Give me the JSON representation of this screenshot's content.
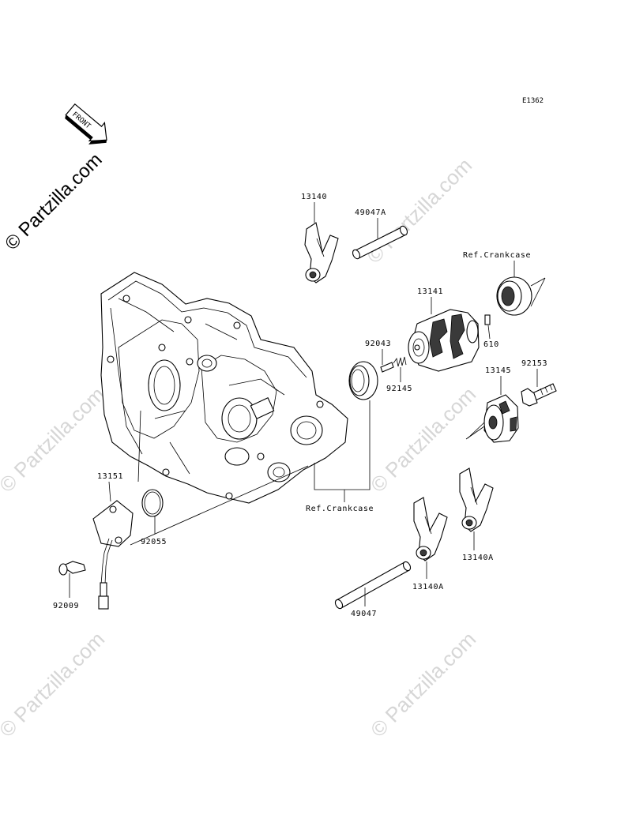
{
  "diagram_code": "E1362",
  "watermark": "© Partzilla.com",
  "front_label": "FRONT",
  "parts": [
    {
      "id": "p13140",
      "label": "13140"
    },
    {
      "id": "p49047A",
      "label": "49047A"
    },
    {
      "id": "pRefTop",
      "label": "Ref.Crankcase"
    },
    {
      "id": "p13141",
      "label": "13141"
    },
    {
      "id": "p610",
      "label": "610"
    },
    {
      "id": "p92043",
      "label": "92043"
    },
    {
      "id": "p92145",
      "label": "92145"
    },
    {
      "id": "p13145",
      "label": "13145"
    },
    {
      "id": "p92153",
      "label": "92153"
    },
    {
      "id": "pRefBottom",
      "label": "Ref.Crankcase"
    },
    {
      "id": "p13151",
      "label": "13151"
    },
    {
      "id": "p92055",
      "label": "92055"
    },
    {
      "id": "p92009",
      "label": "92009"
    },
    {
      "id": "p13140A_1",
      "label": "13140A"
    },
    {
      "id": "p13140A_2",
      "label": "13140A"
    },
    {
      "id": "p49047",
      "label": "49047"
    }
  ]
}
